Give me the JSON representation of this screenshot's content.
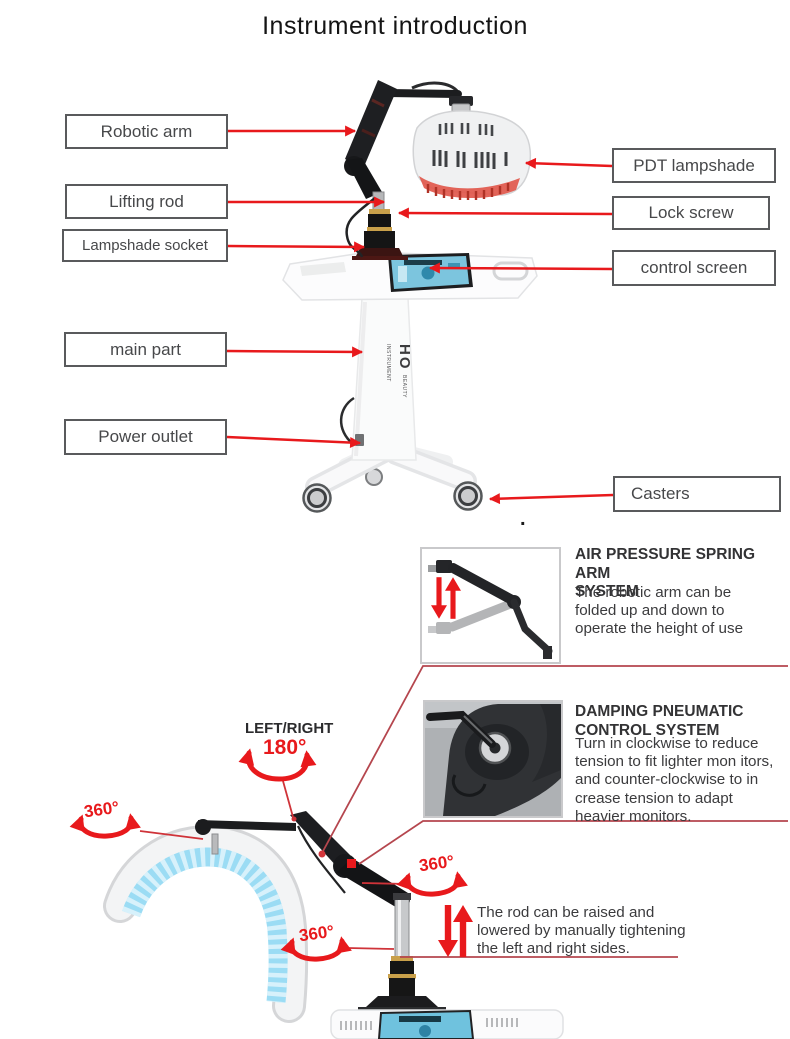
{
  "title": "Instrument introduction",
  "colors": {
    "accent_red": "#e8191c",
    "separator_dark_red": "#b5464e",
    "box_border": "#595a5c",
    "led_blue": "#9bdcf4"
  },
  "part_labels": {
    "robotic_arm": "Robotic arm",
    "lifting_rod": "Lifting rod",
    "lampshade_socket": "Lampshade socket",
    "main_part": "main part",
    "power_outlet": "Power outlet",
    "pdt_lampshade": "PDT lampshade",
    "lock_screw": "Lock screw",
    "control_screen": "control screen",
    "casters": "Casters"
  },
  "machine": {
    "logo": "HO",
    "logo_sub": "BEAUTY INSTRUMENT"
  },
  "rotation": {
    "left_right": "LEFT/RIGHT",
    "deg_180": "180°",
    "deg_360_left": "360°",
    "deg_360_mid": "360°",
    "deg_360_bottom": "360°"
  },
  "callouts": {
    "air": {
      "heading": "AIR PRESSURE SPRING ARM\nSYSTEM",
      "body": "The robotic arm can be\nfolded up and down to\noperate the height of use"
    },
    "damping": {
      "heading": "DAMPING PNEUMATIC\nCONTROL SYSTEM",
      "body": "Turn in clockwise to reduce\ntension to fit lighter mon itors,\nand counter-clockwise to in\ncrease tension to adapt\nheavier monitors."
    },
    "rod": {
      "body": "The rod can be raised and\nlowered by manually tightening\nthe left and right sides."
    }
  },
  "misc": {
    "dot": "."
  }
}
